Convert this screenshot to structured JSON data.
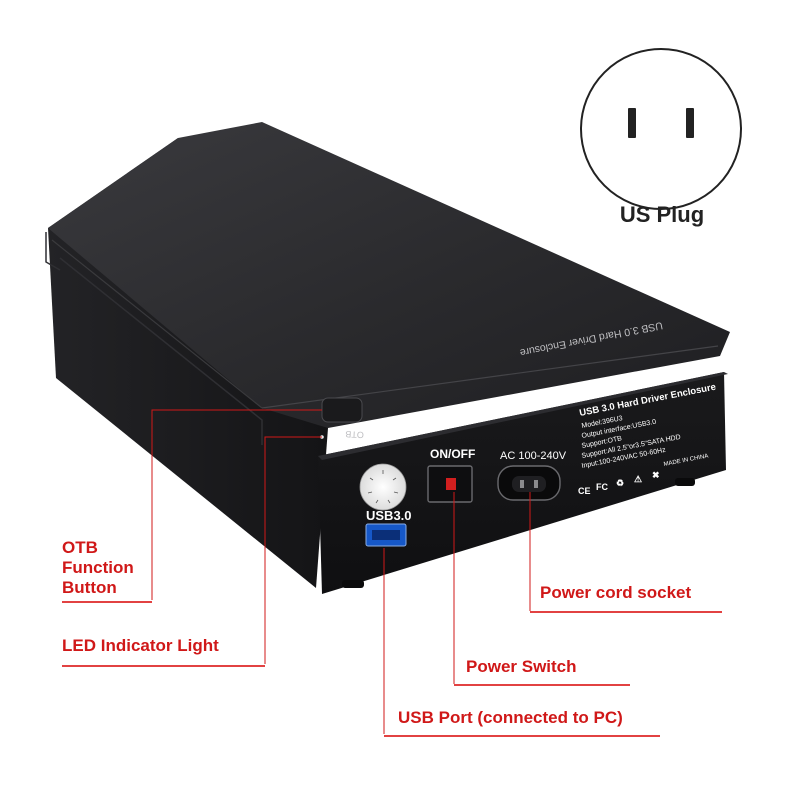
{
  "plug": {
    "caption": "US Plug"
  },
  "device": {
    "top_label": "USB 3.0 Hard Driver Enclosure",
    "otb_label": "OTB",
    "on_off_label": "ON/OFF",
    "ac_label": "AC 100-240V",
    "usb_label": "USB3.0",
    "info_title": "USB 3.0 Hard Driver Enclosure",
    "info_lines": [
      "Model:396U3",
      "Output interface:USB3.0",
      "Support:OTB",
      "Support:All 2.5\"or3.5\"SATA HDD",
      "Input:100-240VAC 50-60Hz"
    ],
    "made_in": "MADE IN CHINA"
  },
  "callouts": {
    "otb": [
      "OTB",
      "Function",
      "Button"
    ],
    "led": "LED Indicator Light",
    "power_cord": "Power cord socket",
    "power_switch": "Power Switch",
    "usb_port": "USB Port (connected to PC)"
  },
  "colors": {
    "callout": "#d01818",
    "device": "#1c1c1e",
    "leader": "#d01818"
  }
}
